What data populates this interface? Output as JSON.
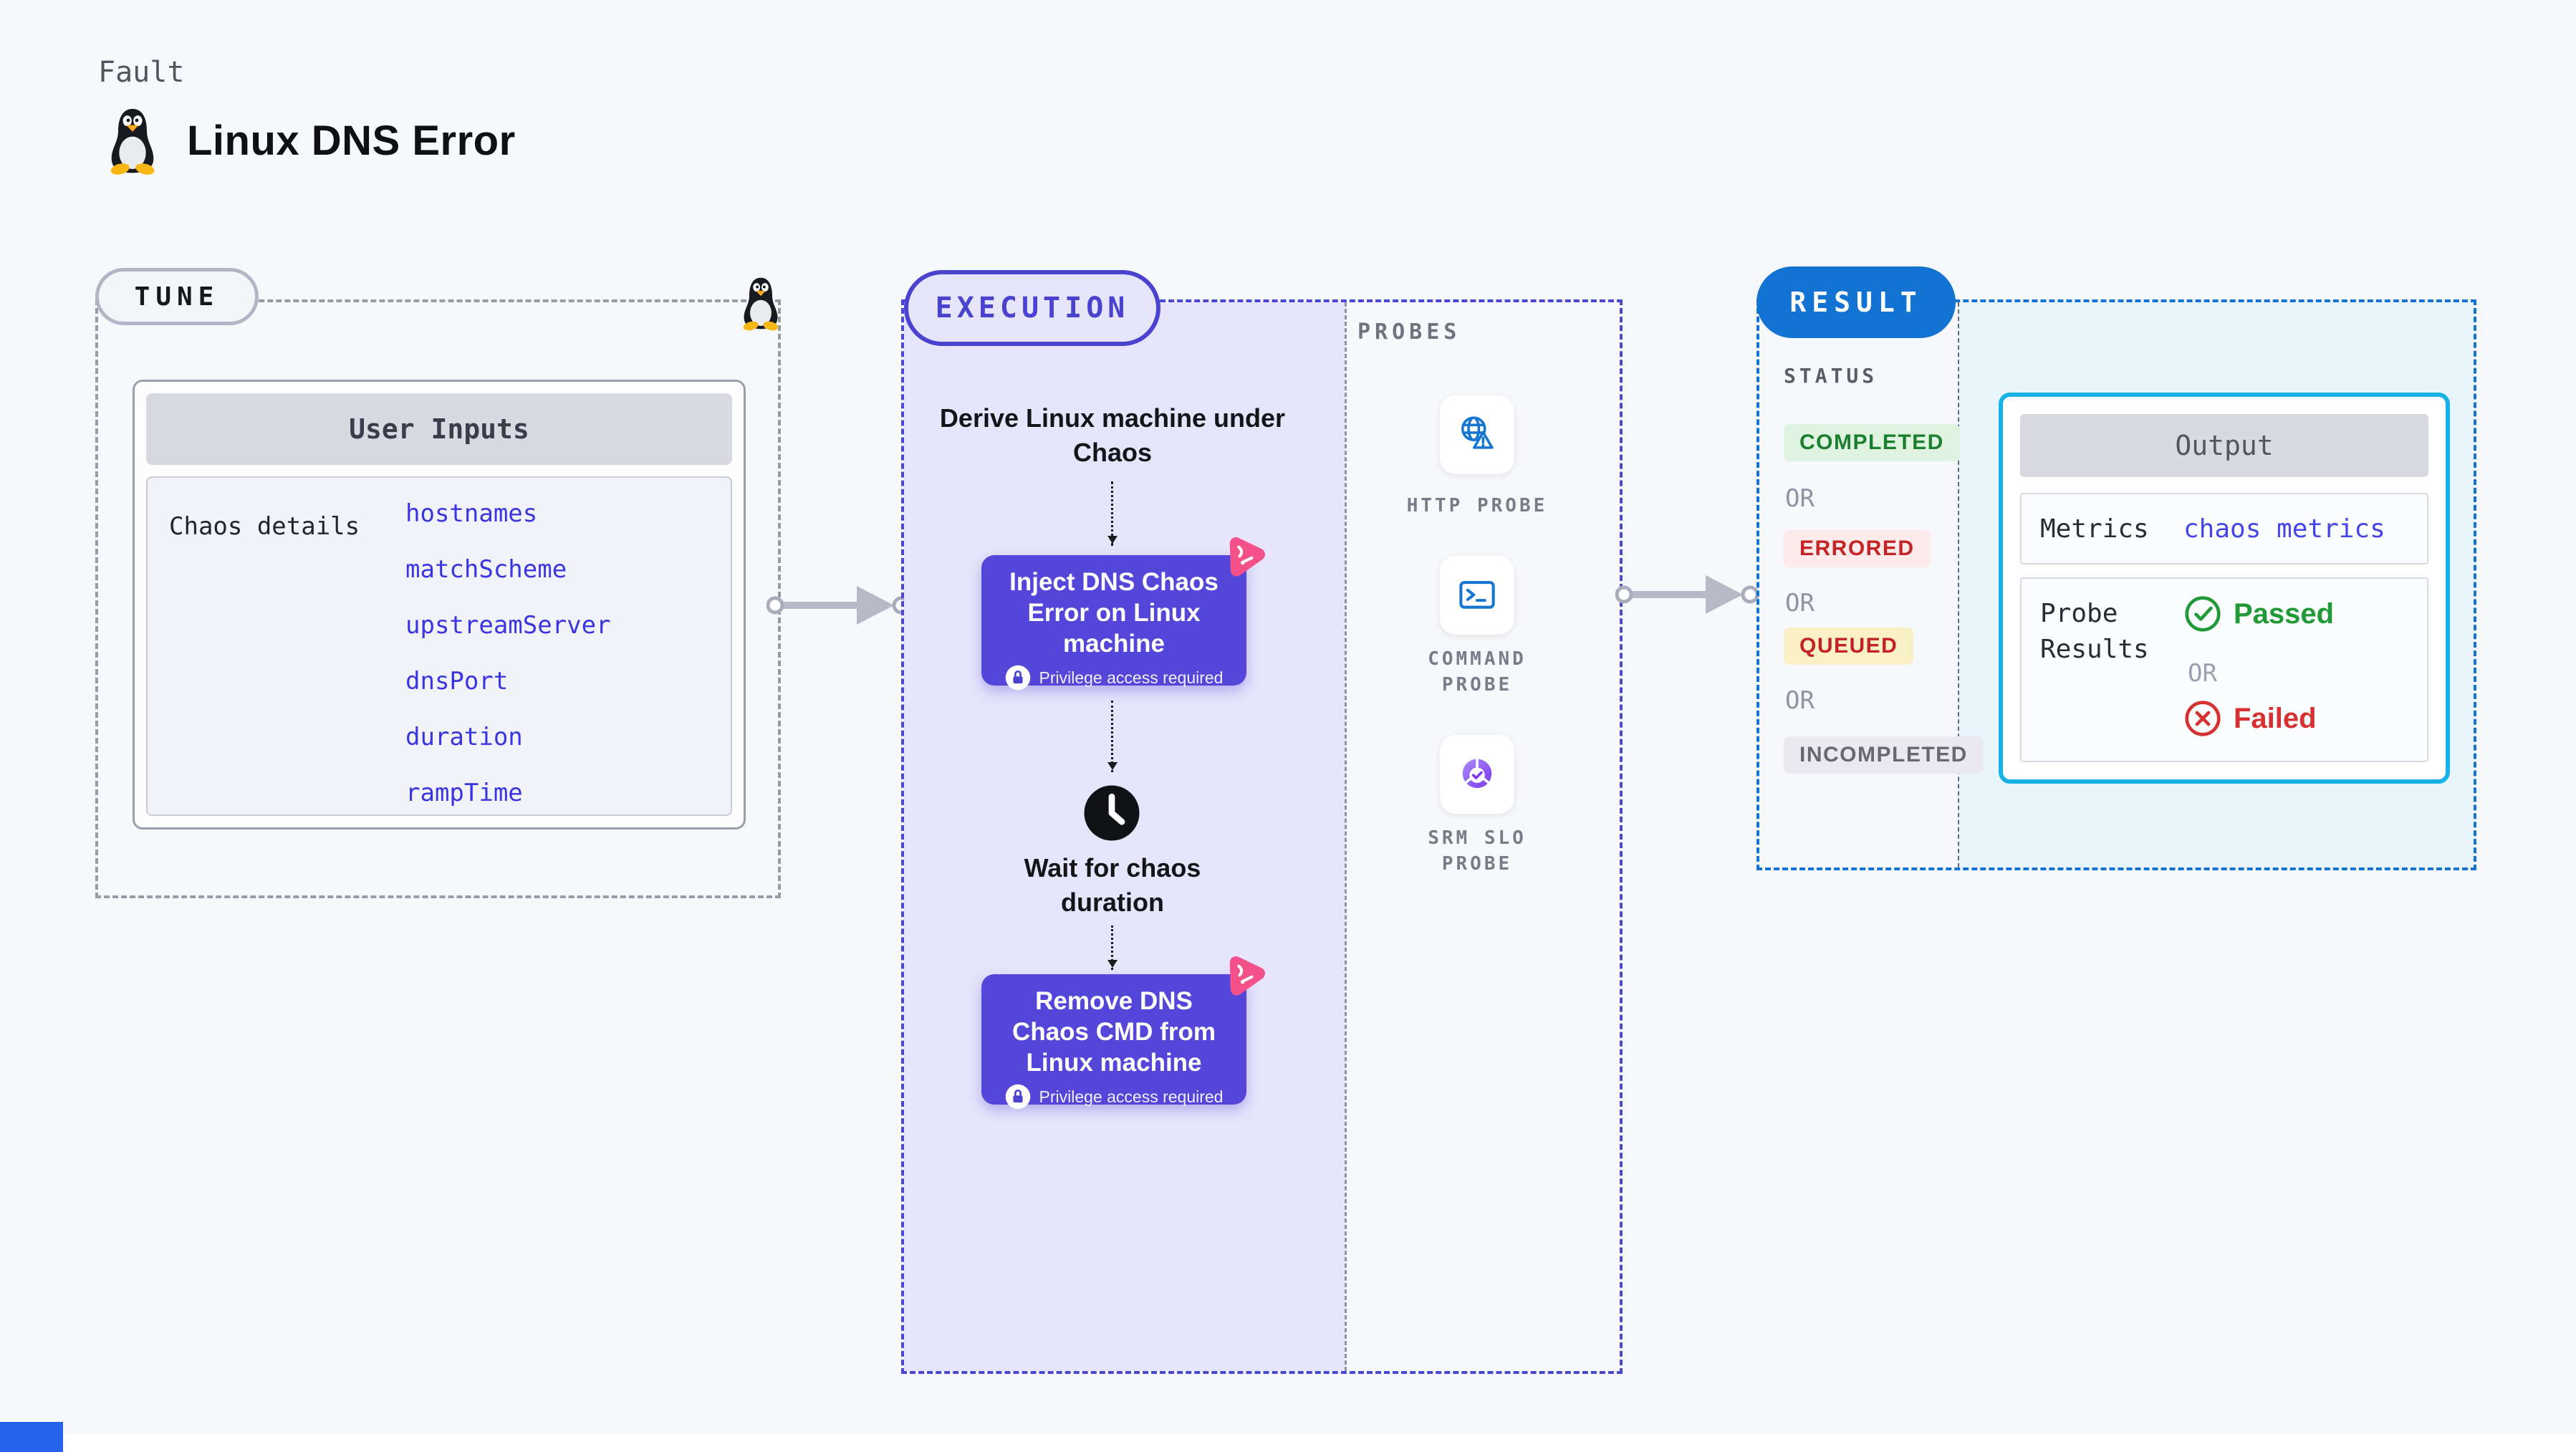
{
  "page": {
    "kicker": "Fault",
    "title": "Linux DNS Error",
    "background": "#f7f8fb"
  },
  "tune": {
    "badge": "TUNE",
    "user_inputs": {
      "header": "User Inputs",
      "row_label": "Chaos details",
      "params": [
        "hostnames",
        "matchScheme",
        "upstreamServer",
        "dnsPort",
        "duration",
        "rampTime"
      ]
    }
  },
  "execution": {
    "badge": "EXECUTION",
    "derive_step": "Derive Linux machine under Chaos",
    "inject_step": "Inject DNS Chaos Error on Linux machine",
    "wait_step": "Wait for chaos duration",
    "remove_step": "Remove DNS Chaos CMD from Linux machine",
    "privilege_note": "Privilege access required",
    "node_color": "#5546da"
  },
  "probes": {
    "label": "PROBES",
    "items": [
      {
        "name": "HTTP PROBE",
        "icon": "globe-warning-icon"
      },
      {
        "name": "COMMAND PROBE",
        "icon": "terminal-icon"
      },
      {
        "name": "SRM SLO PROBE",
        "icon": "slo-donut-icon"
      }
    ]
  },
  "result": {
    "badge": "RESULT",
    "status_label": "STATUS",
    "or_label": "OR",
    "statuses": [
      {
        "label": "COMPLETED",
        "bg": "#dff3e0",
        "fg": "#1c7f2f"
      },
      {
        "label": "ERRORED",
        "bg": "#fcebea",
        "fg": "#c52424"
      },
      {
        "label": "QUEUED",
        "bg": "#faf0c8",
        "fg": "#c32222"
      },
      {
        "label": "INCOMPLETED",
        "bg": "#e9e9ef",
        "fg": "#686874"
      }
    ],
    "output": {
      "header": "Output",
      "metrics_label": "Metrics",
      "metrics_value": "chaos metrics",
      "probe_results_label": "Probe Results",
      "passed": "Passed",
      "failed": "Failed",
      "passed_color": "#1f9a37",
      "failed_color": "#d63030"
    },
    "accent": "#1273d2"
  }
}
